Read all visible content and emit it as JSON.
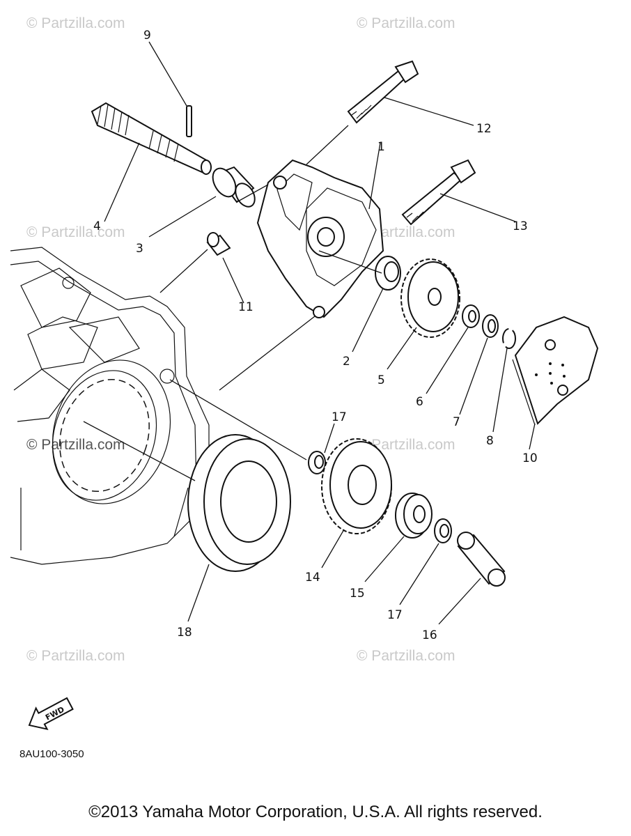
{
  "watermark": "© Partzilla.com",
  "diagram_code": "8AU100-3050",
  "fwd_label": "FWD",
  "copyright": "©2013  Yamaha Motor Corporation, U.S.A. All rights reserved.",
  "callouts": {
    "c1": "1",
    "c2": "2",
    "c3": "3",
    "c4": "4",
    "c5": "5",
    "c6": "6",
    "c7": "7",
    "c8": "8",
    "c9": "9",
    "c10": "10",
    "c11": "11",
    "c12": "12",
    "c13": "13",
    "c14": "14",
    "c15": "15",
    "c16": "16",
    "c17a": "17",
    "c17b": "17",
    "c18": "18"
  }
}
